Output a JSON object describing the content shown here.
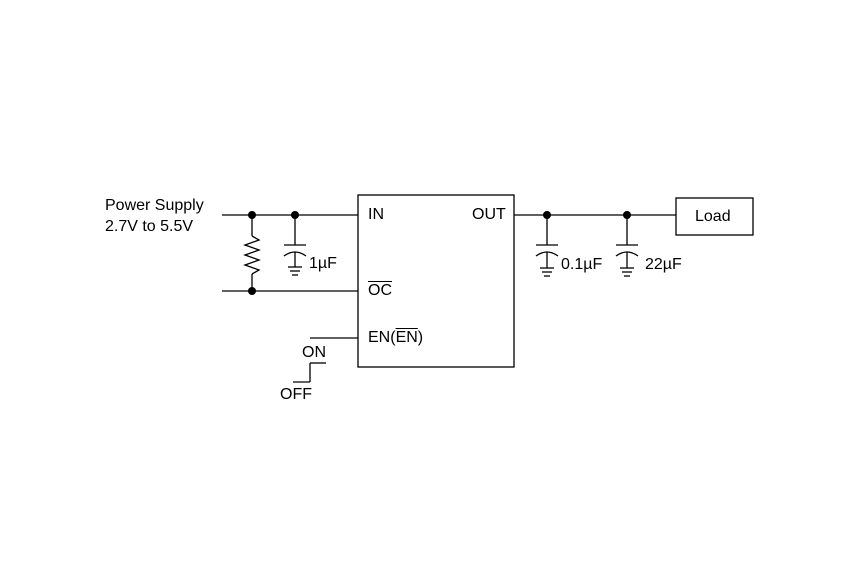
{
  "diagram": {
    "supply": {
      "line1": "Power Supply",
      "line2": "2.7V to 5.5V"
    },
    "ic": {
      "pin_in": "IN",
      "pin_out": "OUT",
      "pin_oc": "OC",
      "pin_en_prefix": "EN(",
      "pin_en_bar": "EN",
      "pin_en_suffix": ")"
    },
    "capacitors": {
      "input": "1µF",
      "output_small": "0.1µF",
      "output_bulk": "22µF"
    },
    "load": "Load",
    "switch": {
      "on": "ON",
      "off": "OFF"
    }
  }
}
